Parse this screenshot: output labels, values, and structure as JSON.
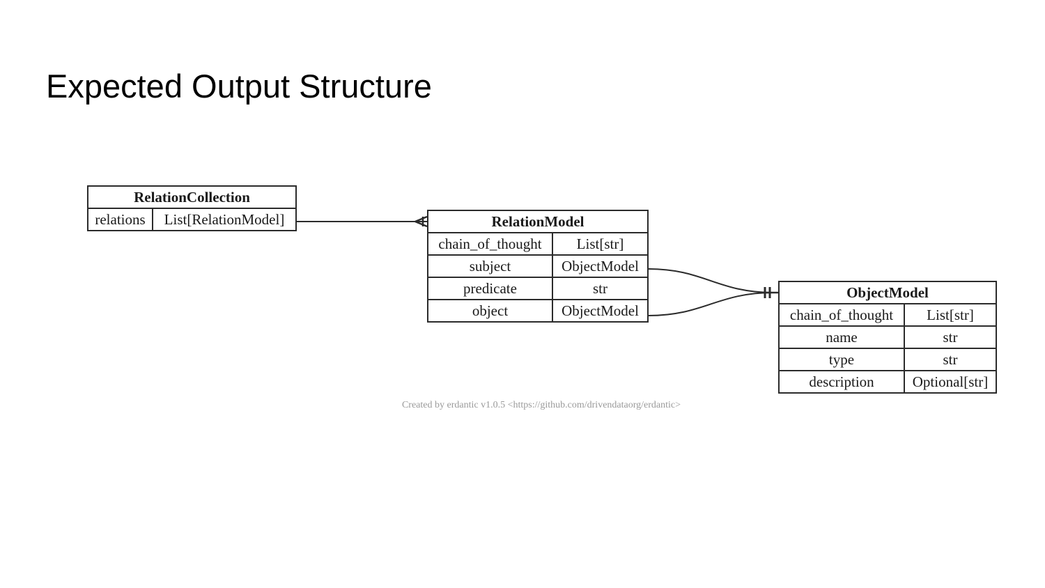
{
  "slide": {
    "title": "Expected Output Structure"
  },
  "diagram": {
    "tables": [
      {
        "name": "RelationCollection",
        "fields": [
          {
            "name": "relations",
            "type": "List[RelationModel]"
          }
        ]
      },
      {
        "name": "RelationModel",
        "fields": [
          {
            "name": "chain_of_thought",
            "type": "List[str]"
          },
          {
            "name": "subject",
            "type": "ObjectModel"
          },
          {
            "name": "predicate",
            "type": "str"
          },
          {
            "name": "object",
            "type": "ObjectModel"
          }
        ]
      },
      {
        "name": "ObjectModel",
        "fields": [
          {
            "name": "chain_of_thought",
            "type": "List[str]"
          },
          {
            "name": "name",
            "type": "str"
          },
          {
            "name": "type",
            "type": "str"
          },
          {
            "name": "description",
            "type": "Optional[str]"
          }
        ]
      }
    ],
    "relationships": [
      {
        "from": "RelationCollection.relations",
        "to": "RelationModel",
        "cardinality": "one-to-many"
      },
      {
        "from": "RelationModel.subject",
        "to": "ObjectModel",
        "cardinality": "one-to-one"
      },
      {
        "from": "RelationModel.object",
        "to": "ObjectModel",
        "cardinality": "one-to-one"
      }
    ],
    "credit": "Created by erdantic v1.0.5 <https://github.com/drivendataorg/erdantic>"
  },
  "colors": {
    "line": "#2b2b2b",
    "credit_text": "#9a9a9a",
    "background": "#ffffff"
  }
}
